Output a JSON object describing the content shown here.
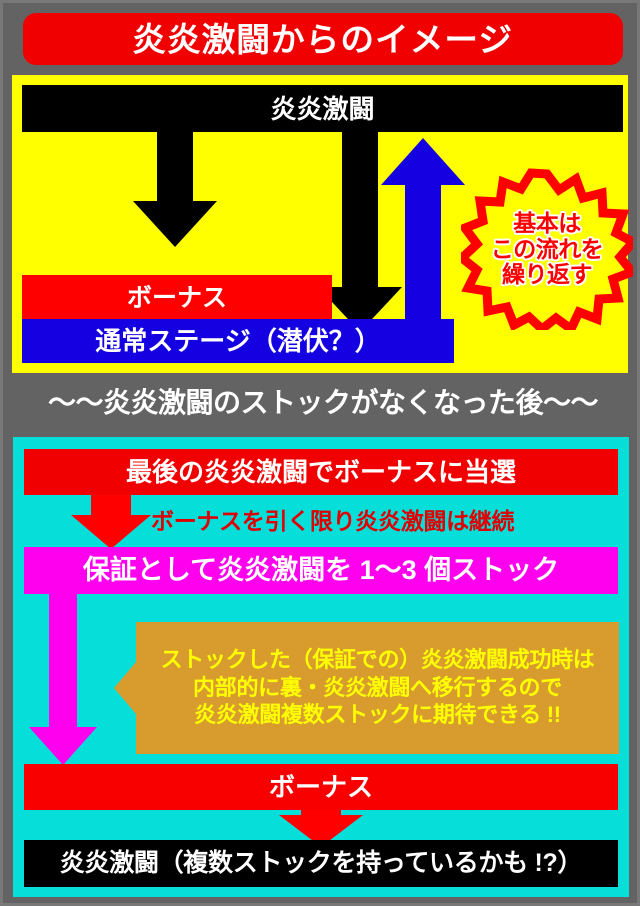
{
  "colors": {
    "background": "#636363",
    "title_bg": "#F00000",
    "panel_yellow": "#FFFF00",
    "panel_cyan": "#06DEDA",
    "bar_black": "#000000",
    "bar_red": "#FF0000",
    "bar_blue": "#1400E0",
    "bar_magenta": "#FF00EE",
    "callout_gold": "#D89B2E",
    "callout_text": "#FFFF00",
    "starburst_outline": "#FF0000",
    "starburst_fill": "#FFFF00",
    "arrow_black": "#000000",
    "arrow_red": "#FF0000",
    "arrow_blue": "#1400E0",
    "arrow_magenta": "#FF00EE"
  },
  "header": {
    "title": "炎炎激闘からのイメージ"
  },
  "loop_section": {
    "top_state": "炎炎激闘",
    "bonus_state": "ボーナス",
    "normal_state": "通常ステージ（潜伏？）",
    "badge": {
      "line1": "基本は",
      "line2": "この流れを",
      "line3": "繰り返す"
    },
    "arrows": [
      {
        "name": "arrow-battle-to-bonus",
        "color": "#000000",
        "direction": "down"
      },
      {
        "name": "arrow-bonus-to-normal",
        "color": "#FF0000",
        "direction": "down"
      },
      {
        "name": "arrow-battle-to-normal",
        "color": "#000000",
        "direction": "down"
      },
      {
        "name": "arrow-normal-to-battle",
        "color": "#1400E0",
        "direction": "up"
      }
    ]
  },
  "divider": {
    "caption": "〜〜炎炎激闘のストックがなくなった後〜〜"
  },
  "stock_section": {
    "win_bar": "最後の炎炎激闘でボーナスに当選",
    "note": "ボーナスを引く限り炎炎激闘は継続",
    "guarantee_bar": "保証として炎炎激闘を 1〜3 個ストック",
    "callout": {
      "line1": "ストックした（保証での）炎炎激闘成功時は",
      "line2": "内部的に裏・炎炎激闘へ移行するので",
      "line3": "炎炎激闘複数ストックに期待できる !!"
    },
    "bonus_bar": "ボーナス",
    "result_bar": "炎炎激闘（複数ストックを持っているかも !?）",
    "arrows": [
      {
        "name": "arrow-win-to-guarantee",
        "color": "#FF0000",
        "direction": "down"
      },
      {
        "name": "arrow-guarantee-to-bonus",
        "color": "#FF00EE",
        "direction": "down"
      },
      {
        "name": "arrow-bonus-to-result",
        "color": "#FF0000",
        "direction": "down"
      }
    ]
  }
}
